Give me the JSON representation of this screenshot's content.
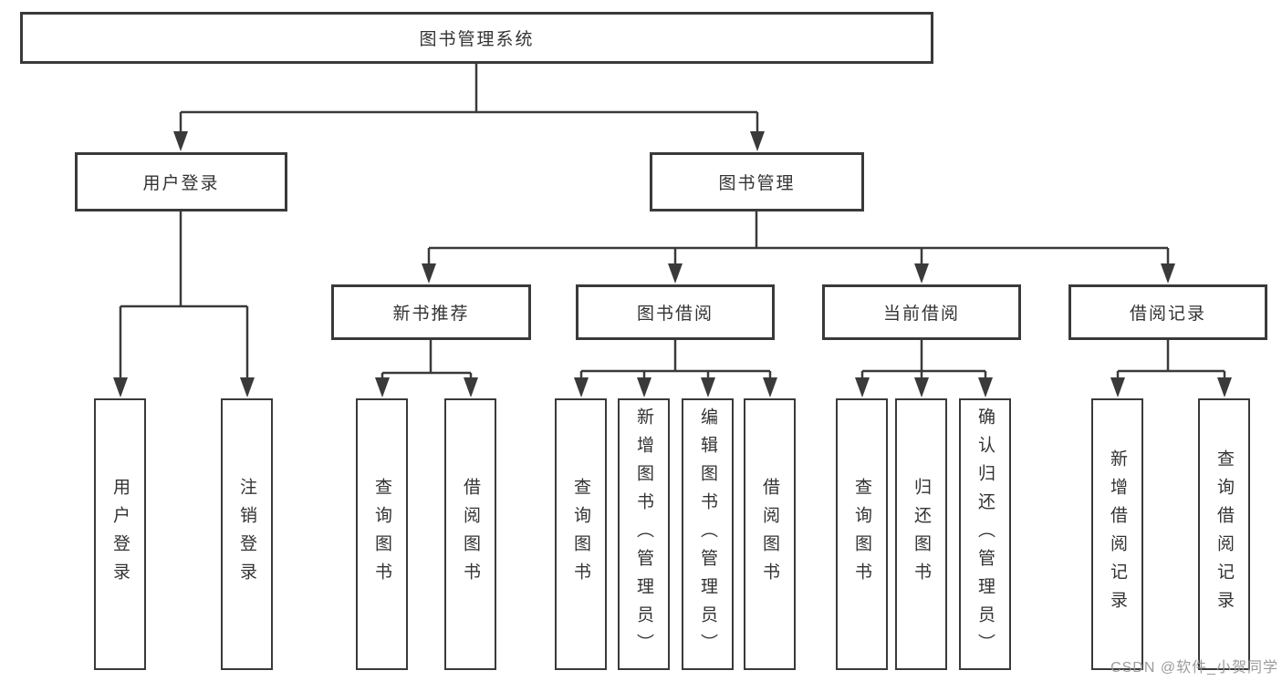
{
  "watermark": "CSDN @软件_小贺同学",
  "colors": {
    "line": "#3a3a3a",
    "text": "#333333",
    "background": "#ffffff",
    "watermark": "#969696"
  },
  "tree": {
    "label": "图书管理系统",
    "children": [
      {
        "label": "用户登录",
        "children": [
          {
            "label": "用户登录"
          },
          {
            "label": "注销登录"
          }
        ]
      },
      {
        "label": "图书管理",
        "children": [
          {
            "label": "新书推荐",
            "children": [
              {
                "label": "查询图书"
              },
              {
                "label": "借阅图书"
              }
            ]
          },
          {
            "label": "图书借阅",
            "children": [
              {
                "label": "查询图书"
              },
              {
                "label": "新增图书（管理员）"
              },
              {
                "label": "编辑图书（管理员）"
              },
              {
                "label": "借阅图书"
              }
            ]
          },
          {
            "label": "当前借阅",
            "children": [
              {
                "label": "查询图书"
              },
              {
                "label": "归还图书"
              },
              {
                "label": "确认归还（管理员）"
              }
            ]
          },
          {
            "label": "借阅记录",
            "children": [
              {
                "label": "新增借阅记录"
              },
              {
                "label": "查询借阅记录"
              }
            ]
          }
        ]
      }
    ]
  }
}
